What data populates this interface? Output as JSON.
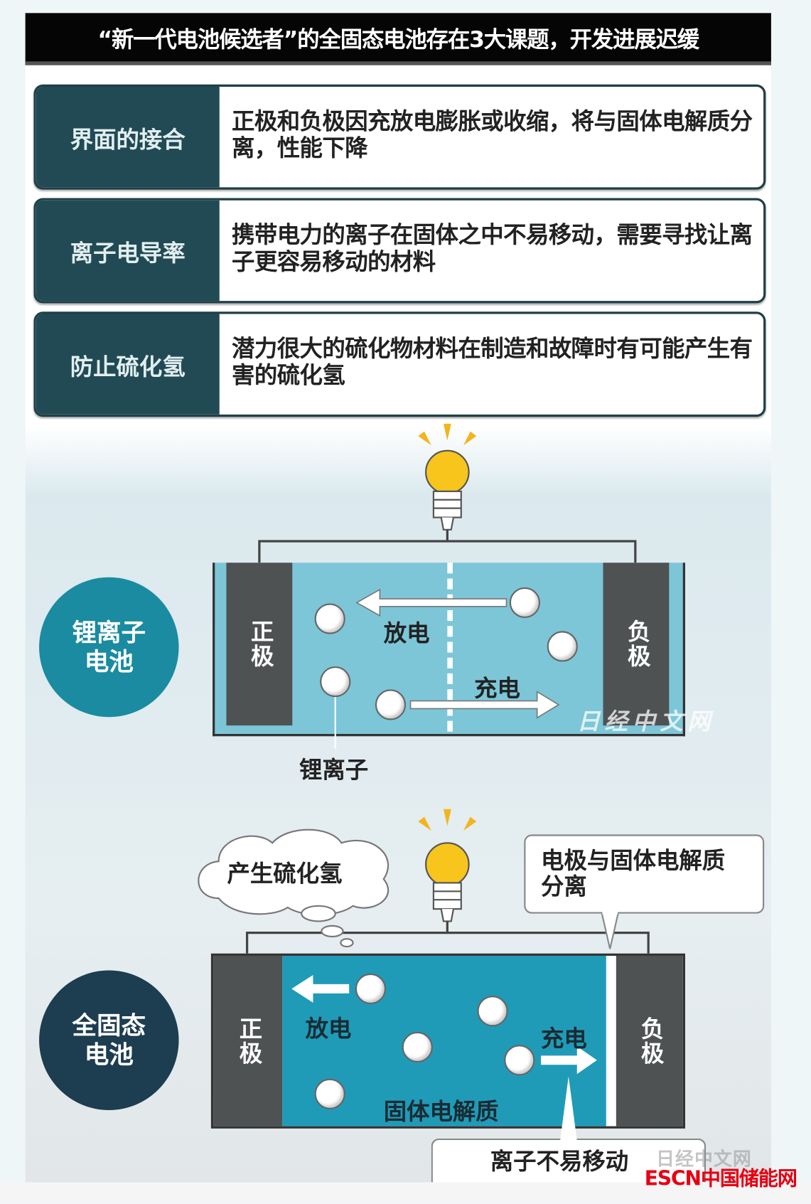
{
  "title": "“新一代电池候选者”的全固态电池存在3大课题，开发进展迟缓",
  "issues": [
    {
      "label": "界面的接合",
      "text": "正极和负极因充放电膨胀或收缩，将与固体电解质分离，性能下降"
    },
    {
      "label": "离子电导率",
      "text": "携带电力的离子在固体之中不易移动，需要寻找让离子更容易移动的材料"
    },
    {
      "label": "防止硫化氢",
      "text": "潜力很大的硫化物材料在制造和故障时有可能产生有害的硫化氢"
    }
  ],
  "lithium": {
    "badge": "锂离子电池",
    "positive": "正极",
    "negative": "负极",
    "discharge": "放电",
    "charge": "充电",
    "ion_label": "锂离子",
    "watermark": "日经中文网"
  },
  "solid": {
    "badge": "全固态电池",
    "positive": "正极",
    "negative": "负极",
    "discharge": "放电",
    "charge": "充电",
    "electrolyte": "固体电解质",
    "cloud": "产生硫化氢",
    "separation": "电极与固体电解质分离",
    "ion_note": "离子不易移动",
    "watermark": "日经中文网"
  },
  "logo": "ESCN中国储能网",
  "colors": {
    "teal_dark": "#214a54",
    "li_badge": "#1a8ba0",
    "solid_badge": "#1d3d50",
    "liquid": "#7cc6d8",
    "solid_electrolyte": "#1f9bb8",
    "bulb": "#f5c518",
    "logo_red": "#e60012"
  }
}
